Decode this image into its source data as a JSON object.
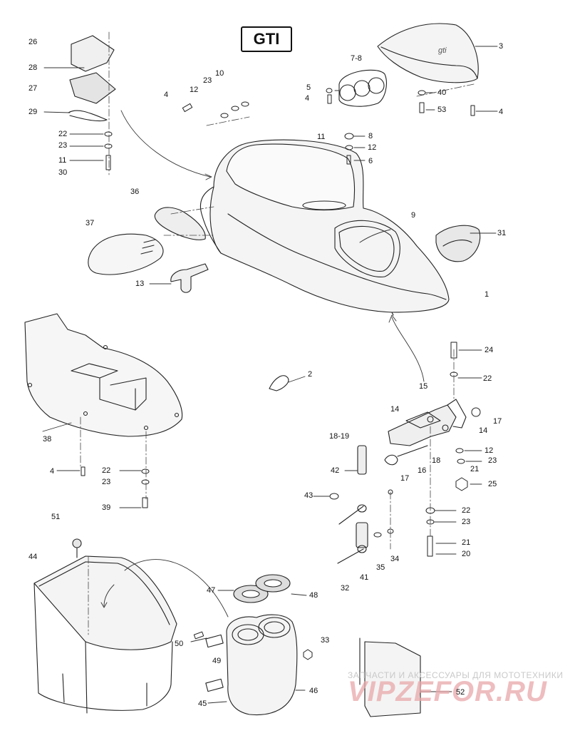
{
  "title": "GTI",
  "watermark": {
    "caption": "ЗАПЧАСТИ И АКСЕССУАРЫ ДЛЯ МОТОТЕХНИКИ",
    "logo": "VIPZEFOR.RU"
  },
  "callouts": [
    "1",
    "2",
    "3",
    "4",
    "4",
    "4",
    "4",
    "5",
    "6",
    "7-8",
    "8",
    "9",
    "10",
    "11",
    "11",
    "12",
    "12",
    "12",
    "13",
    "14",
    "14",
    "15",
    "16",
    "17",
    "17",
    "18",
    "18-19",
    "20",
    "21",
    "21",
    "22",
    "22",
    "22",
    "22",
    "23",
    "23",
    "23",
    "23",
    "23",
    "24",
    "25",
    "26",
    "27",
    "28",
    "29",
    "30",
    "31",
    "32",
    "33",
    "34",
    "35",
    "36",
    "37",
    "38",
    "39",
    "40",
    "41",
    "42",
    "43",
    "44",
    "45",
    "46",
    "47",
    "48",
    "49",
    "50",
    "51",
    "52",
    "53"
  ]
}
